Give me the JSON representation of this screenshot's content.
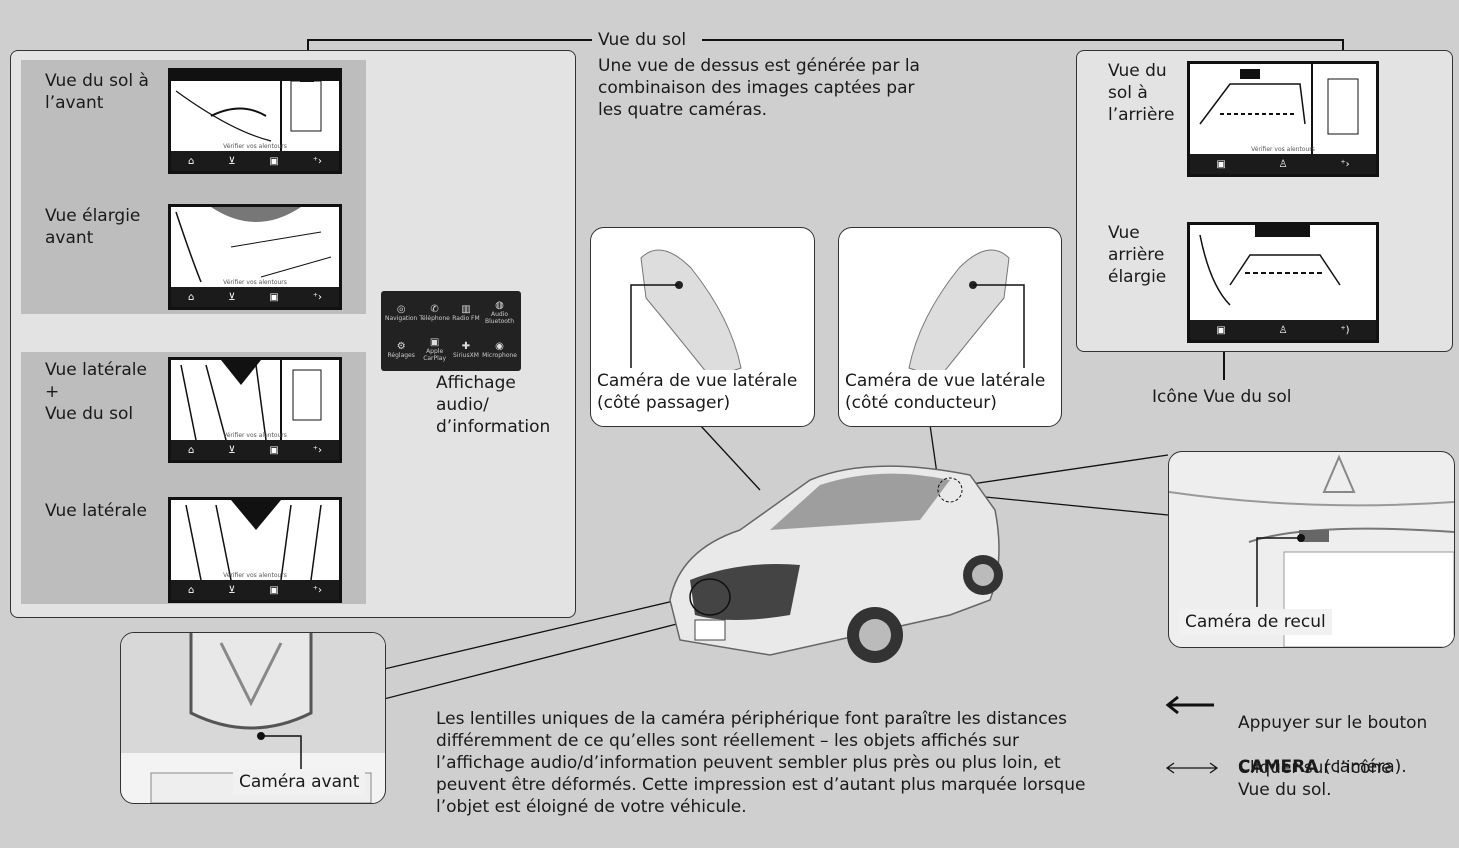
{
  "labels": {
    "vue_sol_avant": "Vue du sol à\nl’avant",
    "vue_elargie_avant": "Vue élargie\navant",
    "vue_laterale_sol": "Vue latérale\n+\nVue du sol",
    "vue_laterale": "Vue latérale",
    "affichage": "Affichage\naudio/\nd’information",
    "vue_du_sol_title": "Vue du sol",
    "vue_du_sol_desc": "Une vue de dessus est générée par la\ncombinaison des images captées par\nles quatre caméras.",
    "vue_sol_arriere": "Vue du\nsol à\nl’arrière",
    "vue_arriere_elargie": "Vue\narrière\nélargie",
    "icone_vue_sol": "Icône Vue du sol",
    "cam_passager": "Caméra de vue latérale\n(côté passager)",
    "cam_conducteur": "Caméra de vue latérale\n(côté conducteur)",
    "cam_recul": "Caméra de recul",
    "cam_avant": "Caméra avant",
    "note": "Les lentilles uniques de la caméra périphérique font paraître les distances\ndifféremment de ce qu’elles sont réellement – les objets affichés sur\nl’affichage audio/d’information peuvent sembler plus près ou plus loin, et\npeuvent être déformés. Cette impression est d’autant plus marquée lorsque\nl’objet est éloigné de votre véhicule."
  },
  "legend": {
    "press_prefix": "Appuyer sur le bouton",
    "press_keyword": "CAMERA",
    "press_suffix": " (caméra).",
    "click_text": "Cliquer sur l’icône\nVue du sol."
  },
  "screen_caption": "Vérifier vos alentours",
  "app_grid": [
    {
      "icon": "◎",
      "name": "Navigation"
    },
    {
      "icon": "✆",
      "name": "Téléphone"
    },
    {
      "icon": "▥",
      "name": "Radio FM"
    },
    {
      "icon": "◍",
      "name": "Audio Bluetooth"
    },
    {
      "icon": "⚙",
      "name": "Réglages"
    },
    {
      "icon": "▣",
      "name": "Apple CarPlay"
    },
    {
      "icon": "✚",
      "name": "SiriusXM"
    },
    {
      "icon": "◉",
      "name": "Microphone"
    }
  ],
  "colors": {
    "background": "#cfcfcf",
    "panel": "#e3e3e3",
    "sub_panel": "#bdbdbd",
    "screen_bar": "#1b1b1b"
  }
}
